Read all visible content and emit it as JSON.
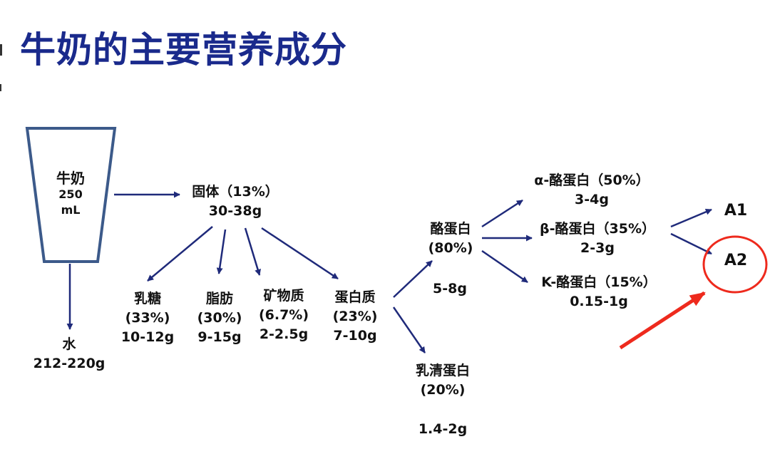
{
  "title": "牛奶的主要营养成分",
  "colors": {
    "title": "#1a2a8c",
    "arrow": "#1f2a7a",
    "highlight": "#ee2a1d",
    "cup_outline": "#3c5a8a"
  },
  "milk": {
    "name": "牛奶",
    "volume": "250",
    "unit": "mL"
  },
  "water": {
    "name": "水",
    "amount": "212-220g"
  },
  "solids": {
    "name": "固体（13%）",
    "amount": "30-38g"
  },
  "lactose": {
    "name": "乳糖",
    "pct": "(33%)",
    "amount": "10-12g"
  },
  "fat": {
    "name": "脂肪",
    "pct": "(30%)",
    "amount": "9-15g"
  },
  "minerals": {
    "name": "矿物质",
    "pct": "(6.7%)",
    "amount": "2-2.5g"
  },
  "protein": {
    "name": "蛋白质",
    "pct": "(23%)",
    "amount": "7-10g"
  },
  "casein": {
    "name": "酪蛋白",
    "pct": "(80%)",
    "amount": "5-8g"
  },
  "whey": {
    "name": "乳清蛋白",
    "pct": "(20%)",
    "amount": "1.4-2g"
  },
  "alpha_casein": {
    "name": "α-酪蛋白（50%）",
    "amount": "3-4g"
  },
  "beta_casein": {
    "name": "β-酪蛋白（35%）",
    "amount": "2-3g"
  },
  "kappa_casein": {
    "name": "K-酪蛋白（15%）",
    "amount": "0.15-1g"
  },
  "variants": {
    "a1": "A1",
    "a2": "A2"
  }
}
